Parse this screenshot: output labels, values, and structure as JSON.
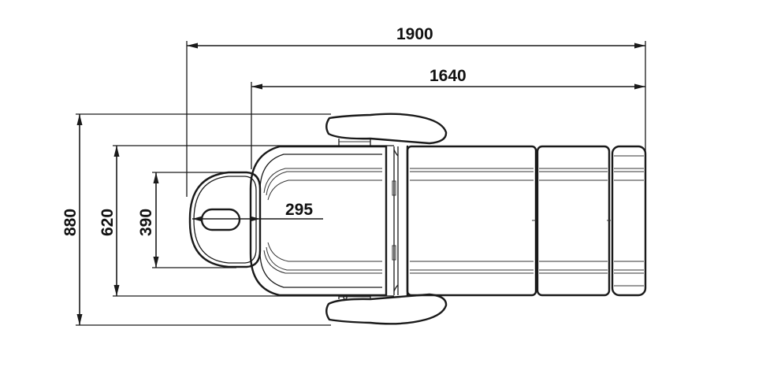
{
  "drawing": {
    "dimensions": {
      "overall_length": "1900",
      "body_length": "1640",
      "headrest_length": "295",
      "width_with_armrests": "880",
      "seat_width": "620",
      "headrest_width": "390"
    }
  }
}
